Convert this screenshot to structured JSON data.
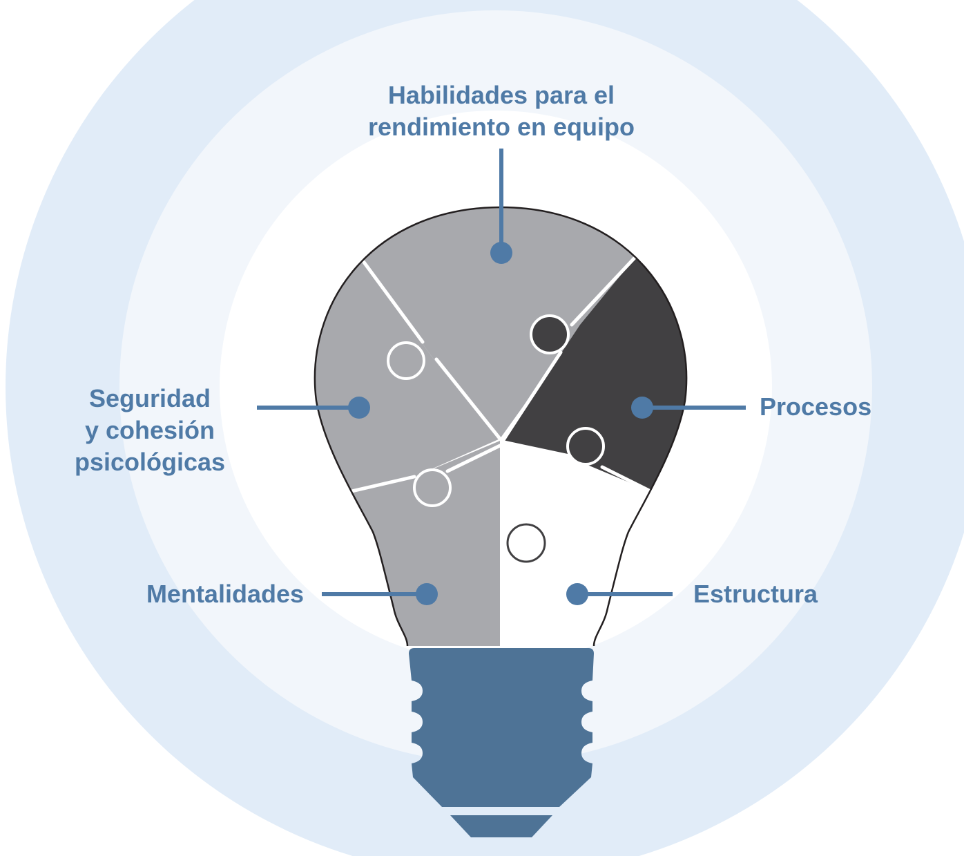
{
  "labels": {
    "team_skills": "Habilidades para el\nrendimiento en equipo",
    "safety": "Seguridad\ny cohesión\npsicológicas",
    "processes": "Procesos",
    "mindsets": "Mentalidades",
    "structure": "Estructura"
  },
  "colors": {
    "accent": "#4f7aa6",
    "outer_ring": "#e1ecf8",
    "inner_ring": "#f2f6fb",
    "piece_gray": "#a8a9ad",
    "piece_dark": "#414042",
    "piece_white": "#ffffff",
    "bulb_base": "#4e7396"
  }
}
